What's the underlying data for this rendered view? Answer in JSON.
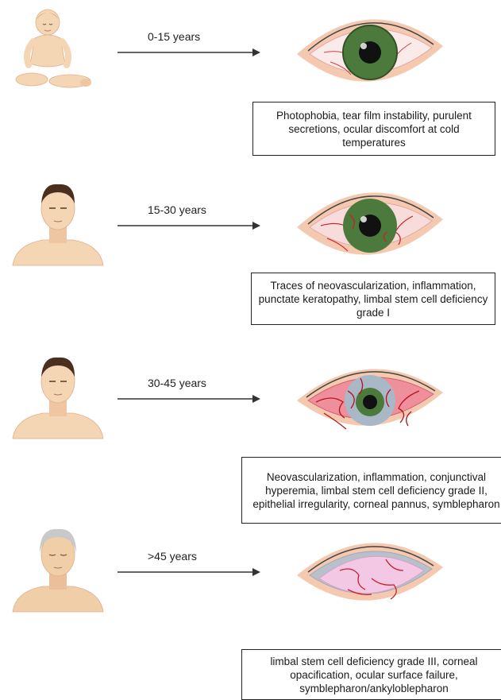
{
  "stages": [
    {
      "age": "0-15 years",
      "symptoms": "Photophobia, tear film instability, purulent secretions, ocular discomfort at cold temperatures"
    },
    {
      "age": "15-30 years",
      "symptoms": "Traces of neovascularization, inflammation, punctate keratopathy, limbal stem cell deficiency grade I"
    },
    {
      "age": "30-45 years",
      "symptoms": "Neovascularization, inflammation, conjunctival hyperemia, limbal stem cell deficiency grade II, epithelial irregularity, corneal pannus, symblepharon"
    },
    {
      "age": ">45 years",
      "symptoms": "limbal stem cell deficiency grade III, corneal opacification, ocular surface failure, symblepharon/ankyloblepharon"
    }
  ],
  "colors": {
    "skin": "#f4d5b4",
    "skin_shade": "#e8bf98",
    "iris_green": "#4c7a3c",
    "sclera_pink": "#f0b8bc",
    "vessel_red": "#c8202a",
    "opaque_cornea": "#f2c8e4"
  }
}
